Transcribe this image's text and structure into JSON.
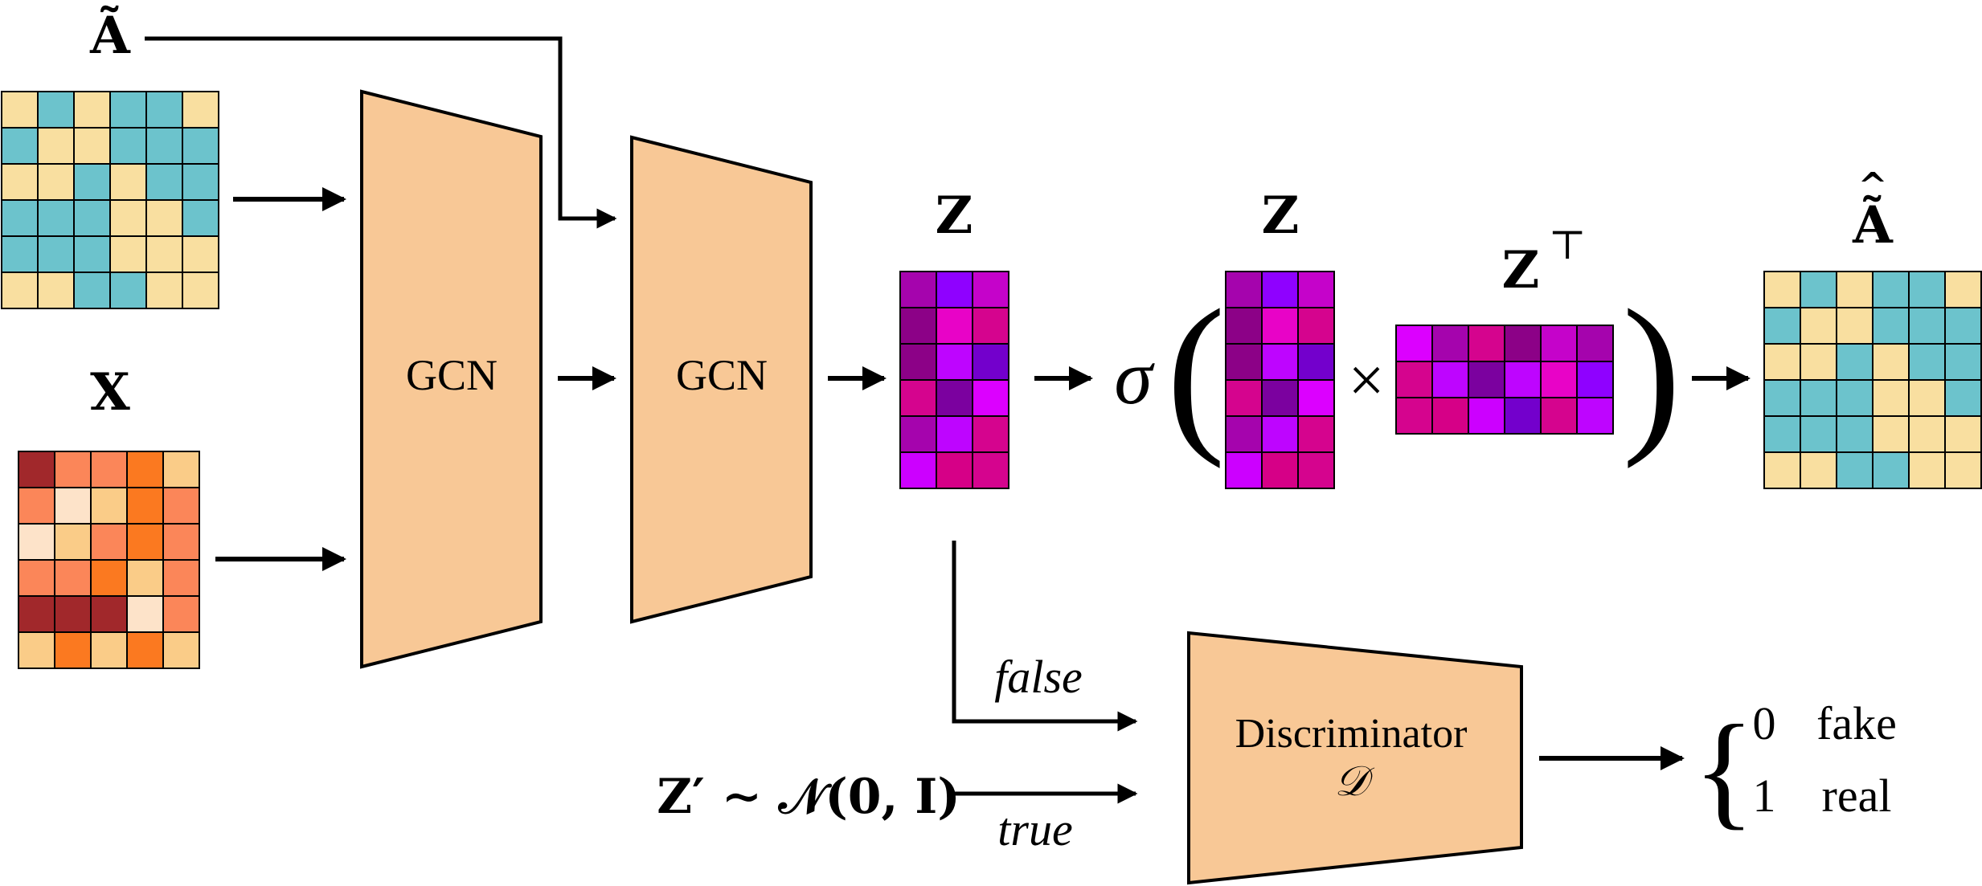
{
  "labels": {
    "a_tilde": "Ã",
    "x": "X",
    "z": "Z",
    "z2": "Z",
    "zt": "Z",
    "zt_sup": "⊤",
    "a_hat": "Ã",
    "a_hat_accent": "^",
    "sigma": "σ",
    "paren_open": "(",
    "paren_close": ")",
    "times": "×",
    "false_label": "false",
    "true_label": "true",
    "prior": "Z′ ∼ 𝒩(0, I)",
    "brace": "{",
    "out_0": "0",
    "out_0_text": "fake",
    "out_1": "1",
    "out_1_text": "real"
  },
  "blocks": {
    "gcn1": "GCN",
    "gcn2": "GCN",
    "discriminator": "Discriminator",
    "discriminator_sym": "𝒟"
  },
  "colors": {
    "block_fill": "#F8C896",
    "adj_yellow": "#F9DFA0",
    "adj_teal": "#6CC3CC",
    "feat_darkred": "#A1282B",
    "feat_salmon": "#FB8659",
    "feat_light": "#FDE3C9",
    "feat_tan": "#FACC88",
    "feat_orange": "#FB7920",
    "emb_a": "#A504AD",
    "emb_b": "#8F01FF",
    "emb_c": "#C503CA",
    "emb_d": "#8C0187",
    "emb_e": "#E803C7",
    "emb_f": "#D5048E",
    "emb_g": "#BE05FF",
    "emb_h": "#7300CC",
    "emb_i": "#DC00FF",
    "emb_j": "#D60087",
    "emb_k": "#7B019F",
    "emb_l": "#CC00FF"
  },
  "matrices": {
    "adjacency": [
      [
        "y",
        "t",
        "y",
        "t",
        "t",
        "y"
      ],
      [
        "t",
        "y",
        "y",
        "t",
        "t",
        "t"
      ],
      [
        "y",
        "y",
        "t",
        "y",
        "t",
        "t"
      ],
      [
        "t",
        "t",
        "t",
        "y",
        "y",
        "t"
      ],
      [
        "t",
        "t",
        "t",
        "y",
        "y",
        "y"
      ],
      [
        "y",
        "y",
        "t",
        "t",
        "y",
        "y"
      ]
    ],
    "features": [
      [
        "feat_darkred",
        "feat_salmon",
        "feat_salmon",
        "feat_orange",
        "feat_tan"
      ],
      [
        "feat_salmon",
        "feat_light",
        "feat_tan",
        "feat_orange",
        "feat_salmon"
      ],
      [
        "feat_light",
        "feat_tan",
        "feat_salmon",
        "feat_orange",
        "feat_salmon"
      ],
      [
        "feat_salmon",
        "feat_salmon",
        "feat_orange",
        "feat_tan",
        "feat_salmon"
      ],
      [
        "feat_darkred",
        "feat_darkred",
        "feat_darkred",
        "feat_light",
        "feat_salmon"
      ],
      [
        "feat_tan",
        "feat_orange",
        "feat_tan",
        "feat_orange",
        "feat_tan"
      ]
    ],
    "embedding": [
      [
        "emb_a",
        "emb_b",
        "emb_c"
      ],
      [
        "emb_d",
        "emb_e",
        "emb_f"
      ],
      [
        "emb_d",
        "emb_g",
        "emb_h"
      ],
      [
        "emb_f",
        "emb_k",
        "emb_i"
      ],
      [
        "emb_a",
        "emb_g",
        "emb_f"
      ],
      [
        "emb_l",
        "emb_j",
        "emb_f"
      ]
    ],
    "embedding_t": [
      [
        "emb_i",
        "emb_a",
        "emb_f",
        "emb_d",
        "emb_c",
        "emb_a"
      ],
      [
        "emb_f",
        "emb_g",
        "emb_k",
        "emb_g",
        "emb_e",
        "emb_b"
      ],
      [
        "emb_f",
        "emb_j",
        "emb_l",
        "emb_h",
        "emb_f",
        "emb_g"
      ]
    ]
  }
}
